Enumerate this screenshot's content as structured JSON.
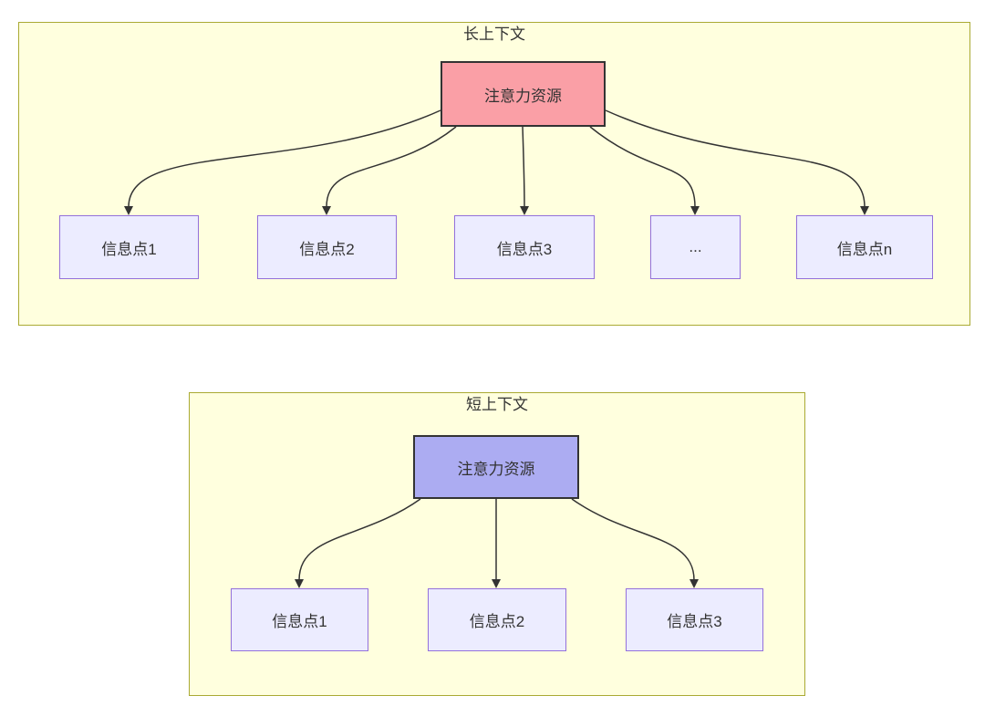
{
  "diagram": {
    "type": "flowchart",
    "long_context": {
      "title": "长上下文",
      "attention_node": "注意力资源",
      "info_nodes": [
        "信息点1",
        "信息点2",
        "信息点3",
        "...",
        "信息点n"
      ],
      "edges": [
        "注意力资源 -> 信息点1",
        "注意力资源 -> 信息点2",
        "注意力资源 -> 信息点3",
        "注意力资源 -> ...",
        "注意力资源 -> 信息点n"
      ]
    },
    "short_context": {
      "title": "短上下文",
      "attention_node": "注意力资源",
      "info_nodes": [
        "信息点1",
        "信息点2",
        "信息点3"
      ],
      "edges": [
        "注意力资源 -> 信息点1",
        "注意力资源 -> 信息点2",
        "注意力资源 -> 信息点3"
      ]
    },
    "colors": {
      "cluster_fill": "#ffffde",
      "cluster_border": "#aaaa33",
      "long_attention_fill": "#fa9fa6",
      "short_attention_fill": "#acacf2",
      "attention_border": "#333333",
      "info_fill": "#ececff",
      "info_border": "#9370db",
      "edge_color": "#333333",
      "text_color": "#333333"
    }
  }
}
